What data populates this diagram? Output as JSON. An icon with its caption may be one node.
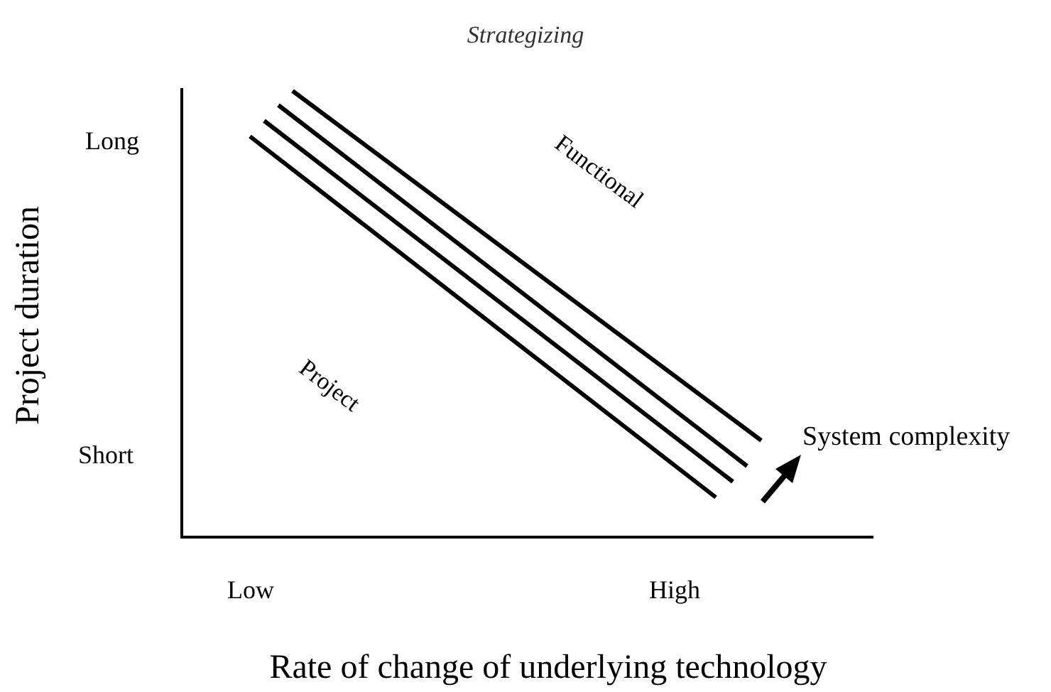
{
  "diagram": {
    "title": "Strategizing",
    "labels": [
      "Functional",
      "Long",
      "Project duration",
      "Project",
      "Short",
      "System complexity",
      "Low",
      "High",
      "Rate of change of underlying technology"
    ]
  }
}
